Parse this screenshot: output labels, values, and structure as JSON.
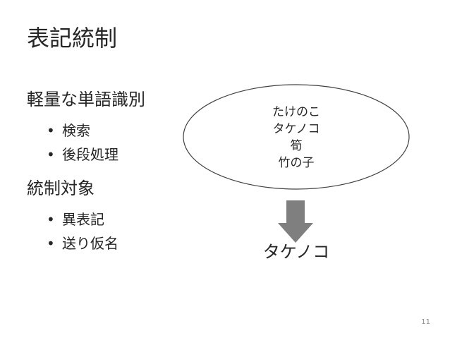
{
  "slide": {
    "title": "表記統制",
    "sections": [
      {
        "heading": "軽量な単語識別",
        "bullets": [
          "検索",
          "後段処理"
        ]
      },
      {
        "heading": "統制対象",
        "bullets": [
          "異表記",
          "送り仮名"
        ]
      }
    ],
    "bullet_symbol": "•",
    "diagram": {
      "variants": [
        "たけのこ",
        "タケノコ",
        "筍",
        "竹の子"
      ],
      "result": "タケノコ",
      "arrow_color": "#7f7f7f"
    },
    "page_number": "11"
  }
}
